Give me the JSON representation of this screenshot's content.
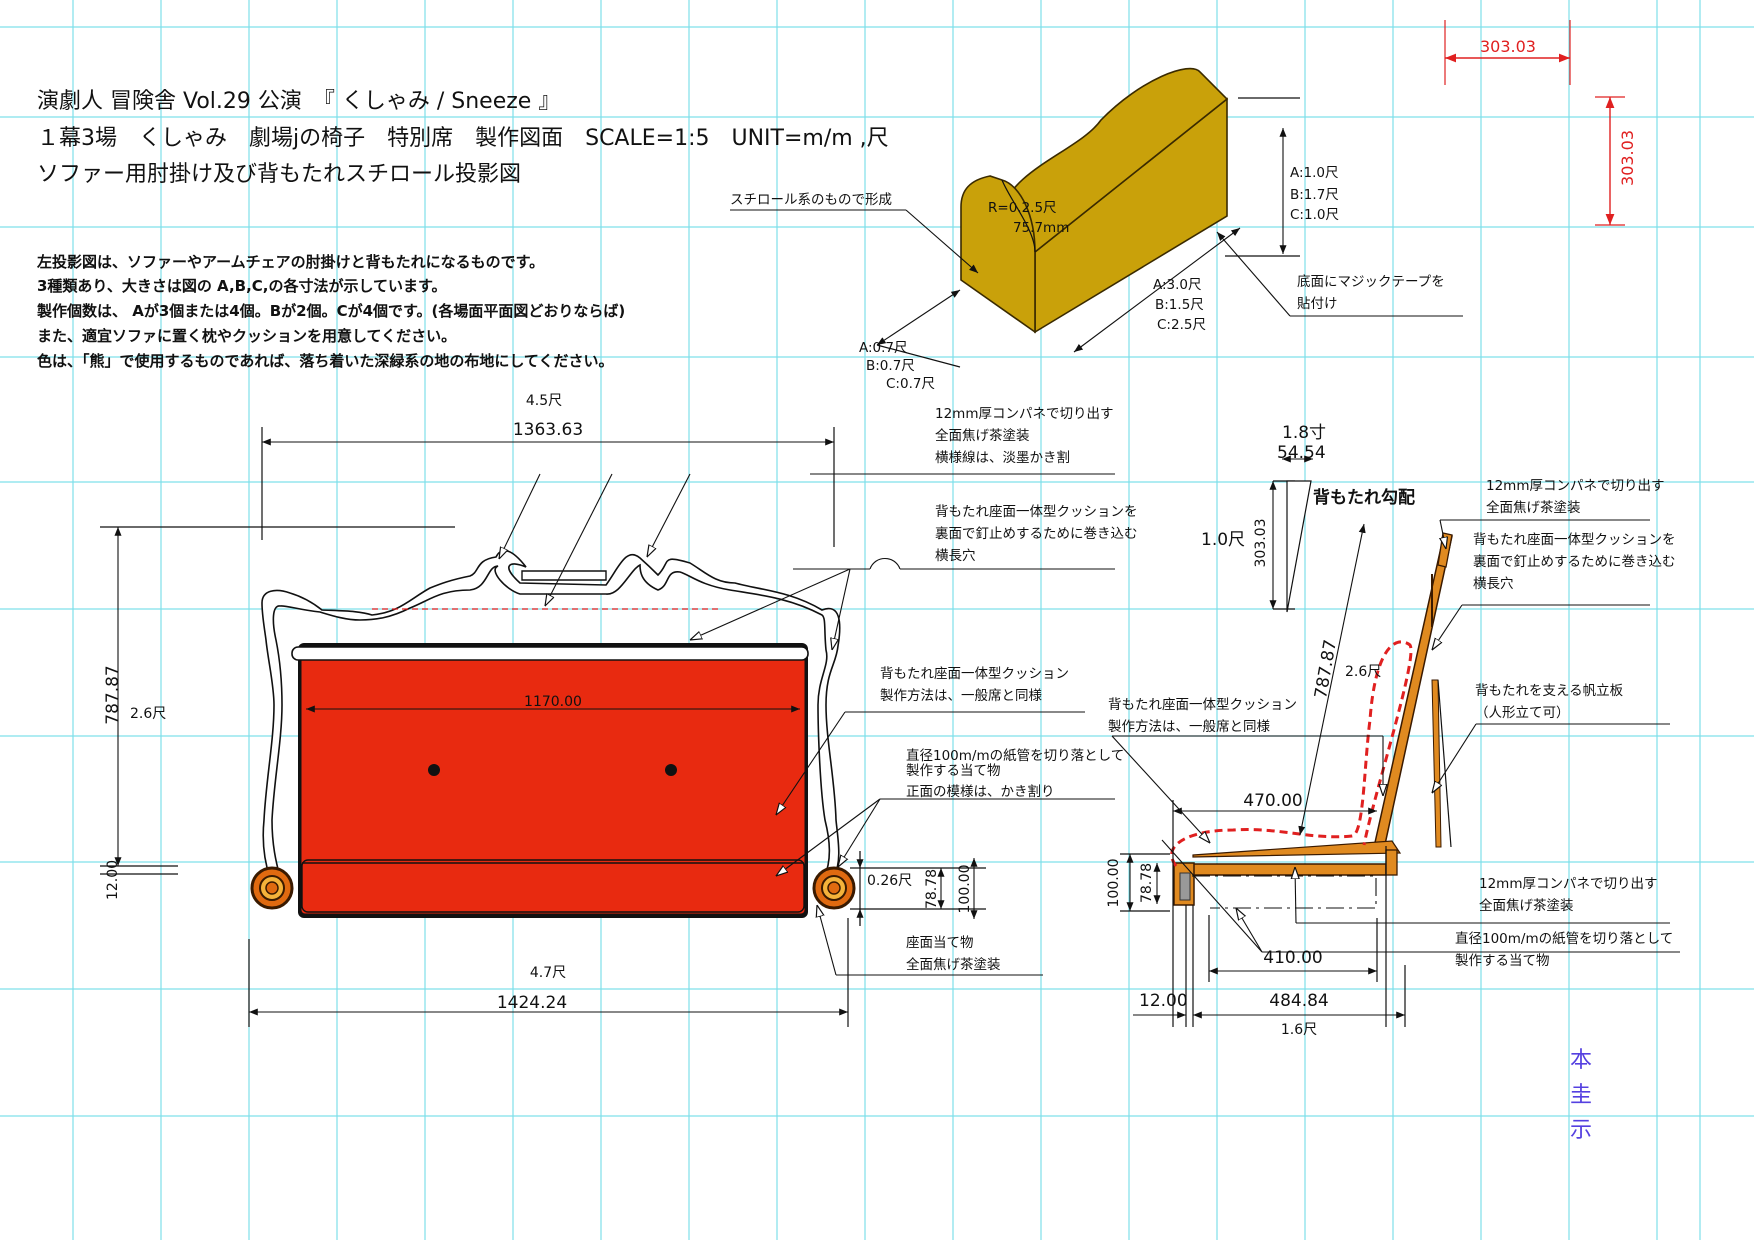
{
  "title": {
    "line1": "演劇人 冒険舎 Vol.29 公演　『 くしゃみ / Sneeze 』",
    "line2": "１幕3場　くしゃみ　劇場jの椅子　特別席　製作図面　SCALE=1:5　UNIT=m/m ,尺",
    "line3": "ソファー用肘掛け及び背もたれスチロール投影図"
  },
  "notes": [
    "左投影図は、ソファーやアームチェアの肘掛けと背もたれになるものです。",
    "3種類あり、大きさは図の A,B,C,の各寸法が示しています。",
    "製作個数は、 Aが3個または4個。Bが2個。Cが4個です。(各場面平面図どおりならば)",
    "また、適宜ソファに置く枕やクッションを用意してください。",
    "色は、「熊」で使用するものであれば、落ち着いた深緑系の地の布地にしてください。"
  ],
  "scale_ref": {
    "horizontal": "303.03",
    "vertical": "303.03"
  },
  "block": {
    "color_fill": "#c9a10a",
    "color_edge": "#3a2a00",
    "material_label": "スチロール系のもので形成",
    "radius_label": "R=0.2.5尺",
    "radius_mm": "75.7mm",
    "height_A": "A:1.0尺",
    "height_B": "B:1.7尺",
    "height_C": "C:1.0尺",
    "length_A": "A:3.0尺",
    "length_B": "B:1.5尺",
    "length_C": "C:2.5尺",
    "depth_A": "A:0.7尺",
    "depth_B": "B:0.7尺",
    "depth_C": "C:0.7尺",
    "velcro_line1": "底面にマジックテープを",
    "velcro_line2": "貼付け"
  },
  "front": {
    "cushion_color": "#e82a10",
    "roller_color": "#e06a10",
    "top_width_shaku": "4.5尺",
    "top_width_mm": "1363.63",
    "inner_width": "1170.00",
    "height_mm": "787.87",
    "height_shaku": "2.6尺",
    "left_small": "12.00",
    "bottom_width_shaku": "4.7尺",
    "bottom_width_mm": "1424.24",
    "roller_shaku": "0.26尺",
    "roller_mm_a": "78.78",
    "roller_mm_b": "100.00",
    "back_label": [
      "12mm厚コンパネで切り出す",
      "全面焦げ茶塗装",
      "横様線は、淡墨かき割"
    ],
    "slot_label": [
      "背もたれ座面一体型クッションを",
      "裏面で釘止めするために巻き込む",
      "横長穴"
    ],
    "cushion_label": [
      "背もたれ座面一体型クッション",
      "製作方法は、一般席と同様"
    ],
    "roller_label": [
      "直径100m/mの紙管を切り落として",
      "製作する当て物",
      "正面の模様は、かき割り"
    ],
    "seat_label": [
      "座面当て物",
      "全面焦げ茶塗装"
    ]
  },
  "side": {
    "rake_shaku": "1.8寸",
    "rake_mm": "54.54",
    "rake_title": "背もたれ勾配",
    "rake_height_shaku": "1.0尺",
    "rake_height_mm": "303.03",
    "back_len_mm": "787.87",
    "back_len_shaku": "2.6尺",
    "seat_depth": "470.00",
    "seat_inner": "410.00",
    "height_a": "100.00",
    "height_b": "78.78",
    "base_small": "12.00",
    "base_total": "484.84",
    "base_shaku": "1.6尺",
    "board_label": [
      "12mm厚コンパネで切り出す",
      "全面焦げ茶塗装"
    ],
    "slot_label": [
      "背もたれ座面一体型クッションを",
      "裏面で釘止めするために巻き込む",
      "横長穴"
    ],
    "brace_label": [
      "背もたれを支える帆立板",
      "（人形立て可）"
    ],
    "cushion_label": [
      "背もたれ座面一体型クッション",
      "製作方法は、一般席と同様"
    ],
    "bottom_board_label": [
      "12mm厚コンパネで切り出す",
      "全面焦げ茶塗装"
    ],
    "tube_label": [
      "直径100m/mの紙管を切り落として",
      "製作する当て物"
    ]
  },
  "stamp": [
    "本",
    "圭",
    "示"
  ]
}
